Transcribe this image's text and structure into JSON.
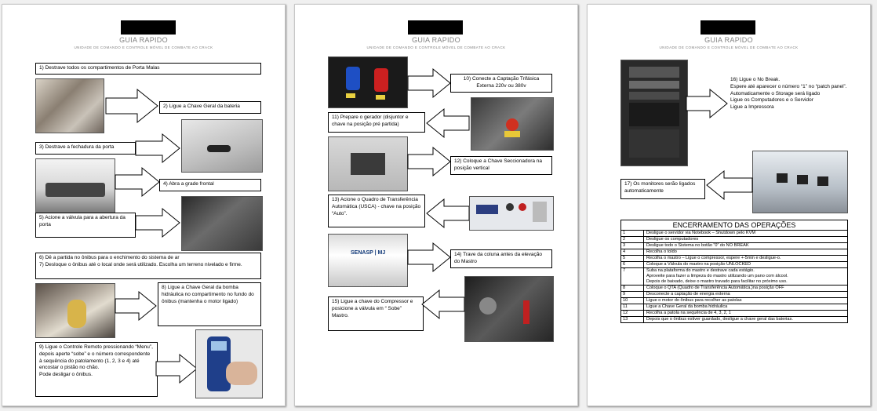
{
  "header": {
    "title": "GUIA RAPIDO",
    "subtitle": "UNIDADE DE COMANDO E CONTROLE MÓVEL DE COMBATE AO CRACK"
  },
  "page1": {
    "s1": "1)  Destrave todos os compartimentos de Porta Malas",
    "s2": "2)  Ligue a Chave Geral da bateria",
    "s3": "3)  Destrave a fechadura da porta",
    "s4": "4)  Abra a grade frontal",
    "s5": "5) Acione a válvula para a abertura da porta",
    "s6": "6)  Dê a partida no ônibus para o enchimento do sistema de ar",
    "s7": "7)  Desloque o ônibus até o local onde será utilizado. Escolha um terreno nivelado e firme.",
    "s8": "8) Ligue a Chave Geral da bomba hidráulica no compartimento no fundo do ônibus (mantenha o motor ligado)",
    "s9": "9)  Ligue o Controle Remoto pressionando “Menu”, depois aperte “sobe” e o número correspondente à sequência do patolamento (1, 2, 3 e 4) até encostar o pistão no chão.\nPode desligar o ônibus."
  },
  "page2": {
    "s10": "10) Conecte a Captação Trifásica Externa 220v ou 380v",
    "s11": "11) Prepare o gerador (disjuntor e chave na posição pré partida)",
    "s12": "12) Coloque a Chave Seccionadora na posição vertical",
    "s13": "13) Acione o Quadro de Transferência Automática (USCA) - chave na posição “Auto”.",
    "s14": "14) Trave da coluna antes da elevação do Mastro",
    "s15": "15) Ligue a chave do Compressor  e posicione a válvula em “ Sobe” Mastro.",
    "banner_text": "SENASP | MJ"
  },
  "page3": {
    "s16": "16) Ligue o No Break.\n  Espere até aparecer o número “1” no “patch panel”. Automaticamente o Storage será ligado\nLigue os Computadores e o Servidor\nLigue a Impressora",
    "s17": "17) Os monitores serão ligados automaticamente",
    "encerramento_title": "ENCERRAMENTO DAS OPERAÇÕES",
    "encerramento": [
      {
        "n": "1",
        "t": "Desligue o servidor via Notebook – Shutdown pelo KVM"
      },
      {
        "n": "2",
        "t": "Desligue os computadores"
      },
      {
        "n": "3",
        "t": "Desligue todo o Sistema no botão “0” do NO BREAK"
      },
      {
        "n": "4",
        "t": "Recolha o toldo"
      },
      {
        "n": "5",
        "t": "Recolha o mastro – Ligue o compressor, espere +-5min e desligue-o."
      },
      {
        "n": "6",
        "t": "Coloque a Válvula do mastro na posição UNLOCKED"
      },
      {
        "n": "7",
        "t": "Suba na plataforma do mastro e destrave cada estágio.\n  Aproveite para fazer a limpeza do mastro utilizando um pano com álcool.\nDepois de baixado, deixe o mastro travado para facilitar no próximo uso."
      },
      {
        "n": "8",
        "t": "Coloque o QTA (Quadro de Transferência Automática,)na posição OFF"
      },
      {
        "n": "9",
        "t": "Desconecte a captação de energia externa"
      },
      {
        "n": "10",
        "t": "Ligue o motor do ônibus para recolher as patolas"
      },
      {
        "n": "11",
        "t": "Ligue a Chave Geral da bomba hidráulica"
      },
      {
        "n": "12",
        "t": "Recolha a patola na sequência de 4, 3, 2, 1"
      },
      {
        "n": "13",
        "t": "Depois que o ônibus estiver guardado, desligue a chave geral das baterias."
      }
    ]
  }
}
